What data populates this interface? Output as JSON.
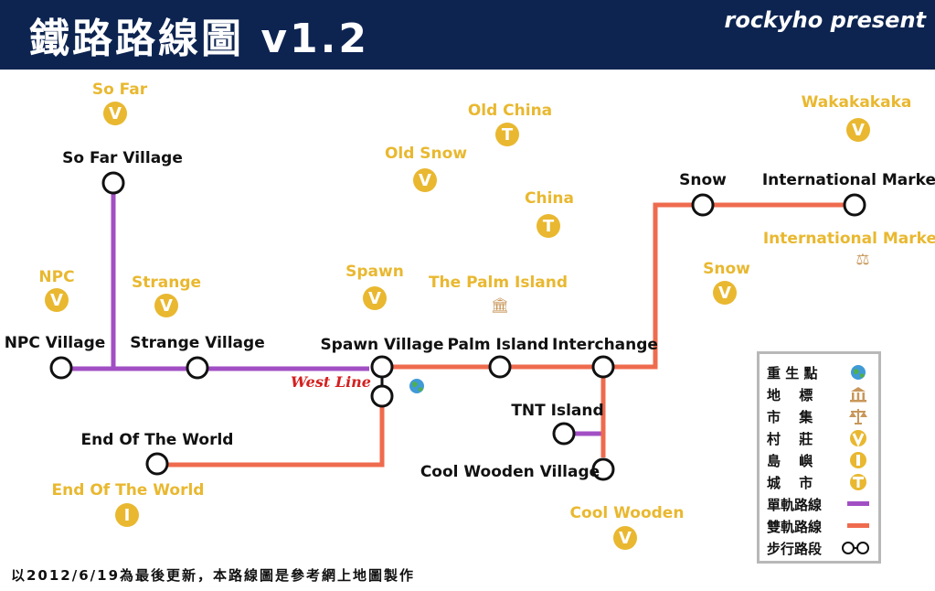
{
  "header": {
    "title": "鐵路路線圖 v1.2",
    "author": "rockyho present"
  },
  "colors": {
    "header_bg": "#0d2451",
    "single_track": "#a24fc4",
    "double_track": "#ef6b4e",
    "landmark": "#e9b830",
    "landmark_brown": "#c8975a",
    "station_outline": "#111111"
  },
  "stations": [
    {
      "id": "so-far-village",
      "name": "So Far Village"
    },
    {
      "id": "npc-village",
      "name": "NPC Village"
    },
    {
      "id": "strange-village",
      "name": "Strange Village"
    },
    {
      "id": "spawn-village",
      "name": "Spawn Village"
    },
    {
      "id": "palm-island",
      "name": "Palm Island"
    },
    {
      "id": "interchange",
      "name": "Interchange"
    },
    {
      "id": "snow",
      "name": "Snow"
    },
    {
      "id": "international-market",
      "name": "International Market"
    },
    {
      "id": "tnt-island",
      "name": "TNT Island"
    },
    {
      "id": "cool-wooden-village",
      "name": "Cool Wooden Village"
    },
    {
      "id": "end-of-the-world",
      "name": "End Of The World"
    }
  ],
  "line_label": "West Line",
  "landmarks": [
    {
      "id": "so-far",
      "name": "So Far",
      "icon": "village-icon",
      "glyph": "V"
    },
    {
      "id": "old-china",
      "name": "Old China",
      "icon": "city-icon",
      "glyph": "T"
    },
    {
      "id": "wakakakaka",
      "name": "Wakakakaka",
      "icon": "village-icon",
      "glyph": "V"
    },
    {
      "id": "old-snow",
      "name": "Old Snow",
      "icon": "village-icon",
      "glyph": "V"
    },
    {
      "id": "china",
      "name": "China",
      "icon": "city-icon",
      "glyph": "T"
    },
    {
      "id": "international-market-lm",
      "name": "International Market",
      "icon": "market-icon",
      "glyph": "⚖"
    },
    {
      "id": "npc",
      "name": "NPC",
      "icon": "village-icon",
      "glyph": "V"
    },
    {
      "id": "strange",
      "name": "Strange",
      "icon": "village-icon",
      "glyph": "V"
    },
    {
      "id": "spawn",
      "name": "Spawn",
      "icon": "village-icon",
      "glyph": "V"
    },
    {
      "id": "the-palm-island",
      "name": "The Palm Island",
      "icon": "landmark-icon",
      "glyph": "🏛"
    },
    {
      "id": "snow-lm",
      "name": "Snow",
      "icon": "village-icon",
      "glyph": "V"
    },
    {
      "id": "end-of-the-world-lm",
      "name": "End Of The World",
      "icon": "island-icon",
      "glyph": "I"
    },
    {
      "id": "cool-wooden",
      "name": "Cool Wooden",
      "icon": "village-icon",
      "glyph": "V"
    }
  ],
  "legend": [
    {
      "label": "重 生 點",
      "symbol": "spawn-point-icon"
    },
    {
      "label": "地　 標",
      "symbol": "landmark-icon"
    },
    {
      "label": "市　 集",
      "symbol": "market-icon"
    },
    {
      "label": "村　 莊",
      "symbol": "village-icon"
    },
    {
      "label": "島　 嶼",
      "symbol": "island-icon"
    },
    {
      "label": "城　 市",
      "symbol": "city-icon"
    },
    {
      "label": "單軌路線",
      "symbol": "single-track-swatch"
    },
    {
      "label": "雙軌路線",
      "symbol": "double-track-swatch"
    },
    {
      "label": "步行路段",
      "symbol": "walking-section-icon"
    }
  ],
  "footer": "以2012/6/19為最後更新，本路線圖是參考網上地圖製作"
}
